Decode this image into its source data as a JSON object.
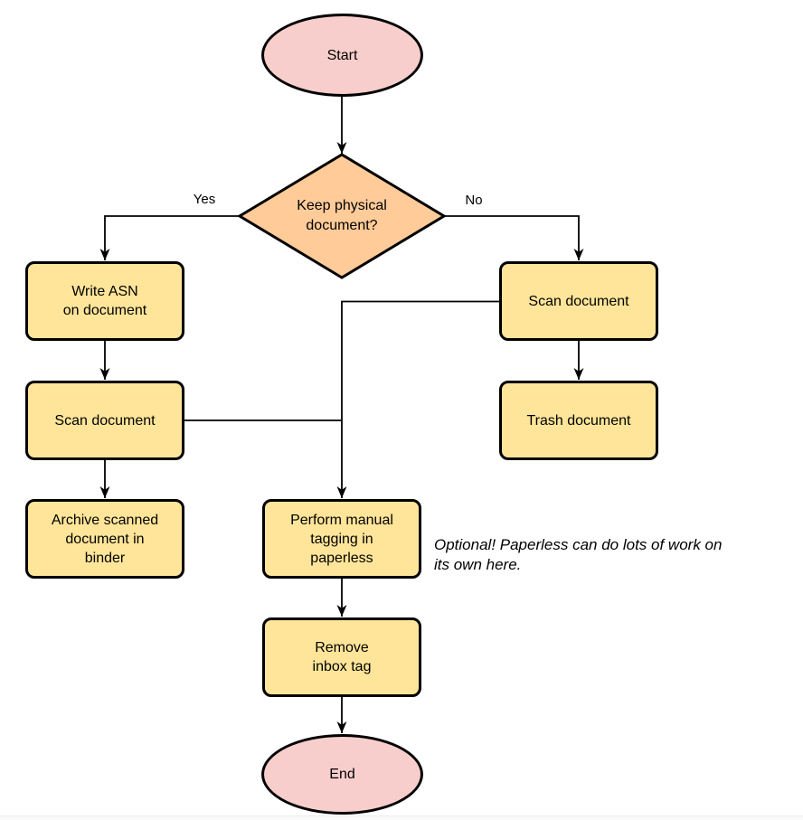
{
  "colors": {
    "terminal-fill": "#f8cecc",
    "decision-fill": "#ffcb99",
    "process-fill": "#ffe599",
    "stroke": "#000000",
    "text": "#000000"
  },
  "flowchart": {
    "start": {
      "label": "Start"
    },
    "decision": {
      "label": "Keep physical\ndocument?"
    },
    "branches": {
      "yes": "Yes",
      "no": "No"
    },
    "write_asn": {
      "label": "Write ASN\non document"
    },
    "scan_left": {
      "label": "Scan document"
    },
    "archive": {
      "label": "Archive scanned\ndocument in\nbinder"
    },
    "scan_right": {
      "label": "Scan document"
    },
    "trash": {
      "label": "Trash document"
    },
    "tagging": {
      "label": "Perform manual\ntagging in\npaperless"
    },
    "remove_inbox": {
      "label": "Remove\ninbox tag"
    },
    "end": {
      "label": "End"
    },
    "annotation": {
      "text": "Optional! Paperless can do lots of work on\nits own here."
    }
  }
}
